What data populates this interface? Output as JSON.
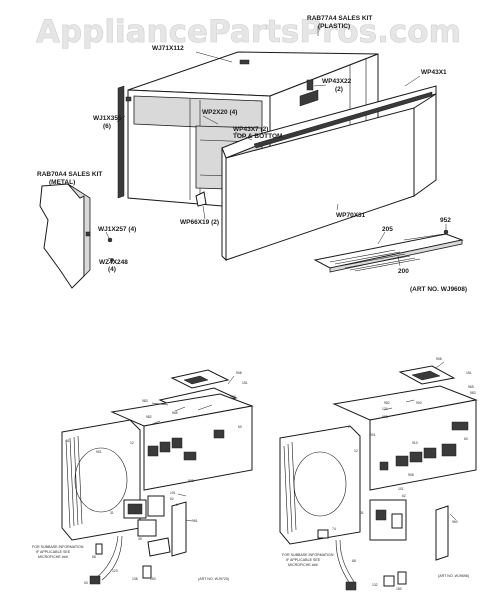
{
  "watermark": "AppliancePartsPros.com",
  "top_assembly": {
    "labels": {
      "sales_kit_plastic_a": "RAB77A4 SALES KIT",
      "sales_kit_plastic_b": "(PLASTIC)",
      "wj71x112": "WJ71X112",
      "wp43x22_a": "WP43X22",
      "wp43x22_b": "(2)",
      "wp43x1": "WP43X1",
      "wj1x355_a": "WJ1X355",
      "wj1x355_b": "(6)",
      "wp2x20": "WP2X20 (4)",
      "wp43x7_a": "WP43X7 (2)",
      "wp43x7_b": "TOP & BOTTOM",
      "sales_kit_metal_a": "RAB70A4 SALES KIT",
      "sales_kit_metal_b": "(METAL)",
      "wp66x19": "WP66X19 (2)",
      "wp70x31": "WP70X31",
      "n952": "952",
      "wj1x257": "WJ1X257 (4)",
      "n205": "205",
      "wz4x248_a": "WZ4X248",
      "wz4x248_b": "(4)",
      "n200": "200",
      "art_no": "(ART NO. WJ9608)"
    }
  },
  "bottom_left": {
    "note_a": "FOR SUBBASE INFORMATION",
    "note_b": "IF APPLICABLE SEE",
    "note_c": "MICROFICHE ###",
    "art_no": "(ART NO. WJ9720)"
  },
  "bottom_right": {
    "note_a": "FOR SUBBASE INFORMATION",
    "note_b": "IF APPLICABLE SEE",
    "note_c": "MICROFICHE ###",
    "art_no": "(ART NO. WJ9696)"
  }
}
